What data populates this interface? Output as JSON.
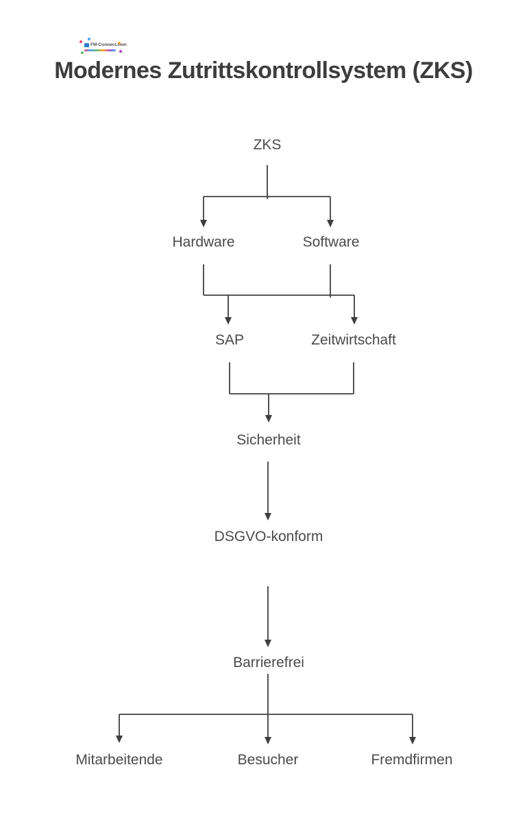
{
  "title": "Modernes Zutrittskontrollsystem (ZKS)",
  "logo": {
    "text": "FM-Connect.com",
    "accent_colors": [
      "#e91e63",
      "#2196f3",
      "#4caf50",
      "#ff9800",
      "#9c27b0",
      "#2f7bd0"
    ]
  },
  "colors": {
    "line": "#3f3f3f",
    "node_text": "#4a4a4a",
    "title_text": "#3d3d3d"
  },
  "diagram": {
    "type": "flowchart",
    "direction": "top-down",
    "nodes": [
      {
        "id": "zks",
        "label": "ZKS",
        "parents": []
      },
      {
        "id": "hardware",
        "label": "Hardware",
        "parents": [
          "zks"
        ]
      },
      {
        "id": "software",
        "label": "Software",
        "parents": [
          "zks"
        ]
      },
      {
        "id": "sap",
        "label": "SAP",
        "parents": [
          "hardware",
          "software"
        ]
      },
      {
        "id": "zeitwirtschaft",
        "label": "Zeitwirtschaft",
        "parents": [
          "hardware",
          "software"
        ]
      },
      {
        "id": "sicherheit",
        "label": "Sicherheit",
        "parents": [
          "sap",
          "zeitwirtschaft"
        ]
      },
      {
        "id": "dsgvo",
        "label": "DSGVO-konform",
        "parents": [
          "sicherheit"
        ]
      },
      {
        "id": "barrierefrei",
        "label": "Barrierefrei",
        "parents": [
          "dsgvo"
        ]
      },
      {
        "id": "mitarbeitende",
        "label": "Mitarbeitende",
        "parents": [
          "barrierefrei"
        ]
      },
      {
        "id": "besucher",
        "label": "Besucher",
        "parents": [
          "barrierefrei"
        ]
      },
      {
        "id": "fremdfirmen",
        "label": "Fremdfirmen",
        "parents": [
          "barrierefrei"
        ]
      }
    ]
  }
}
